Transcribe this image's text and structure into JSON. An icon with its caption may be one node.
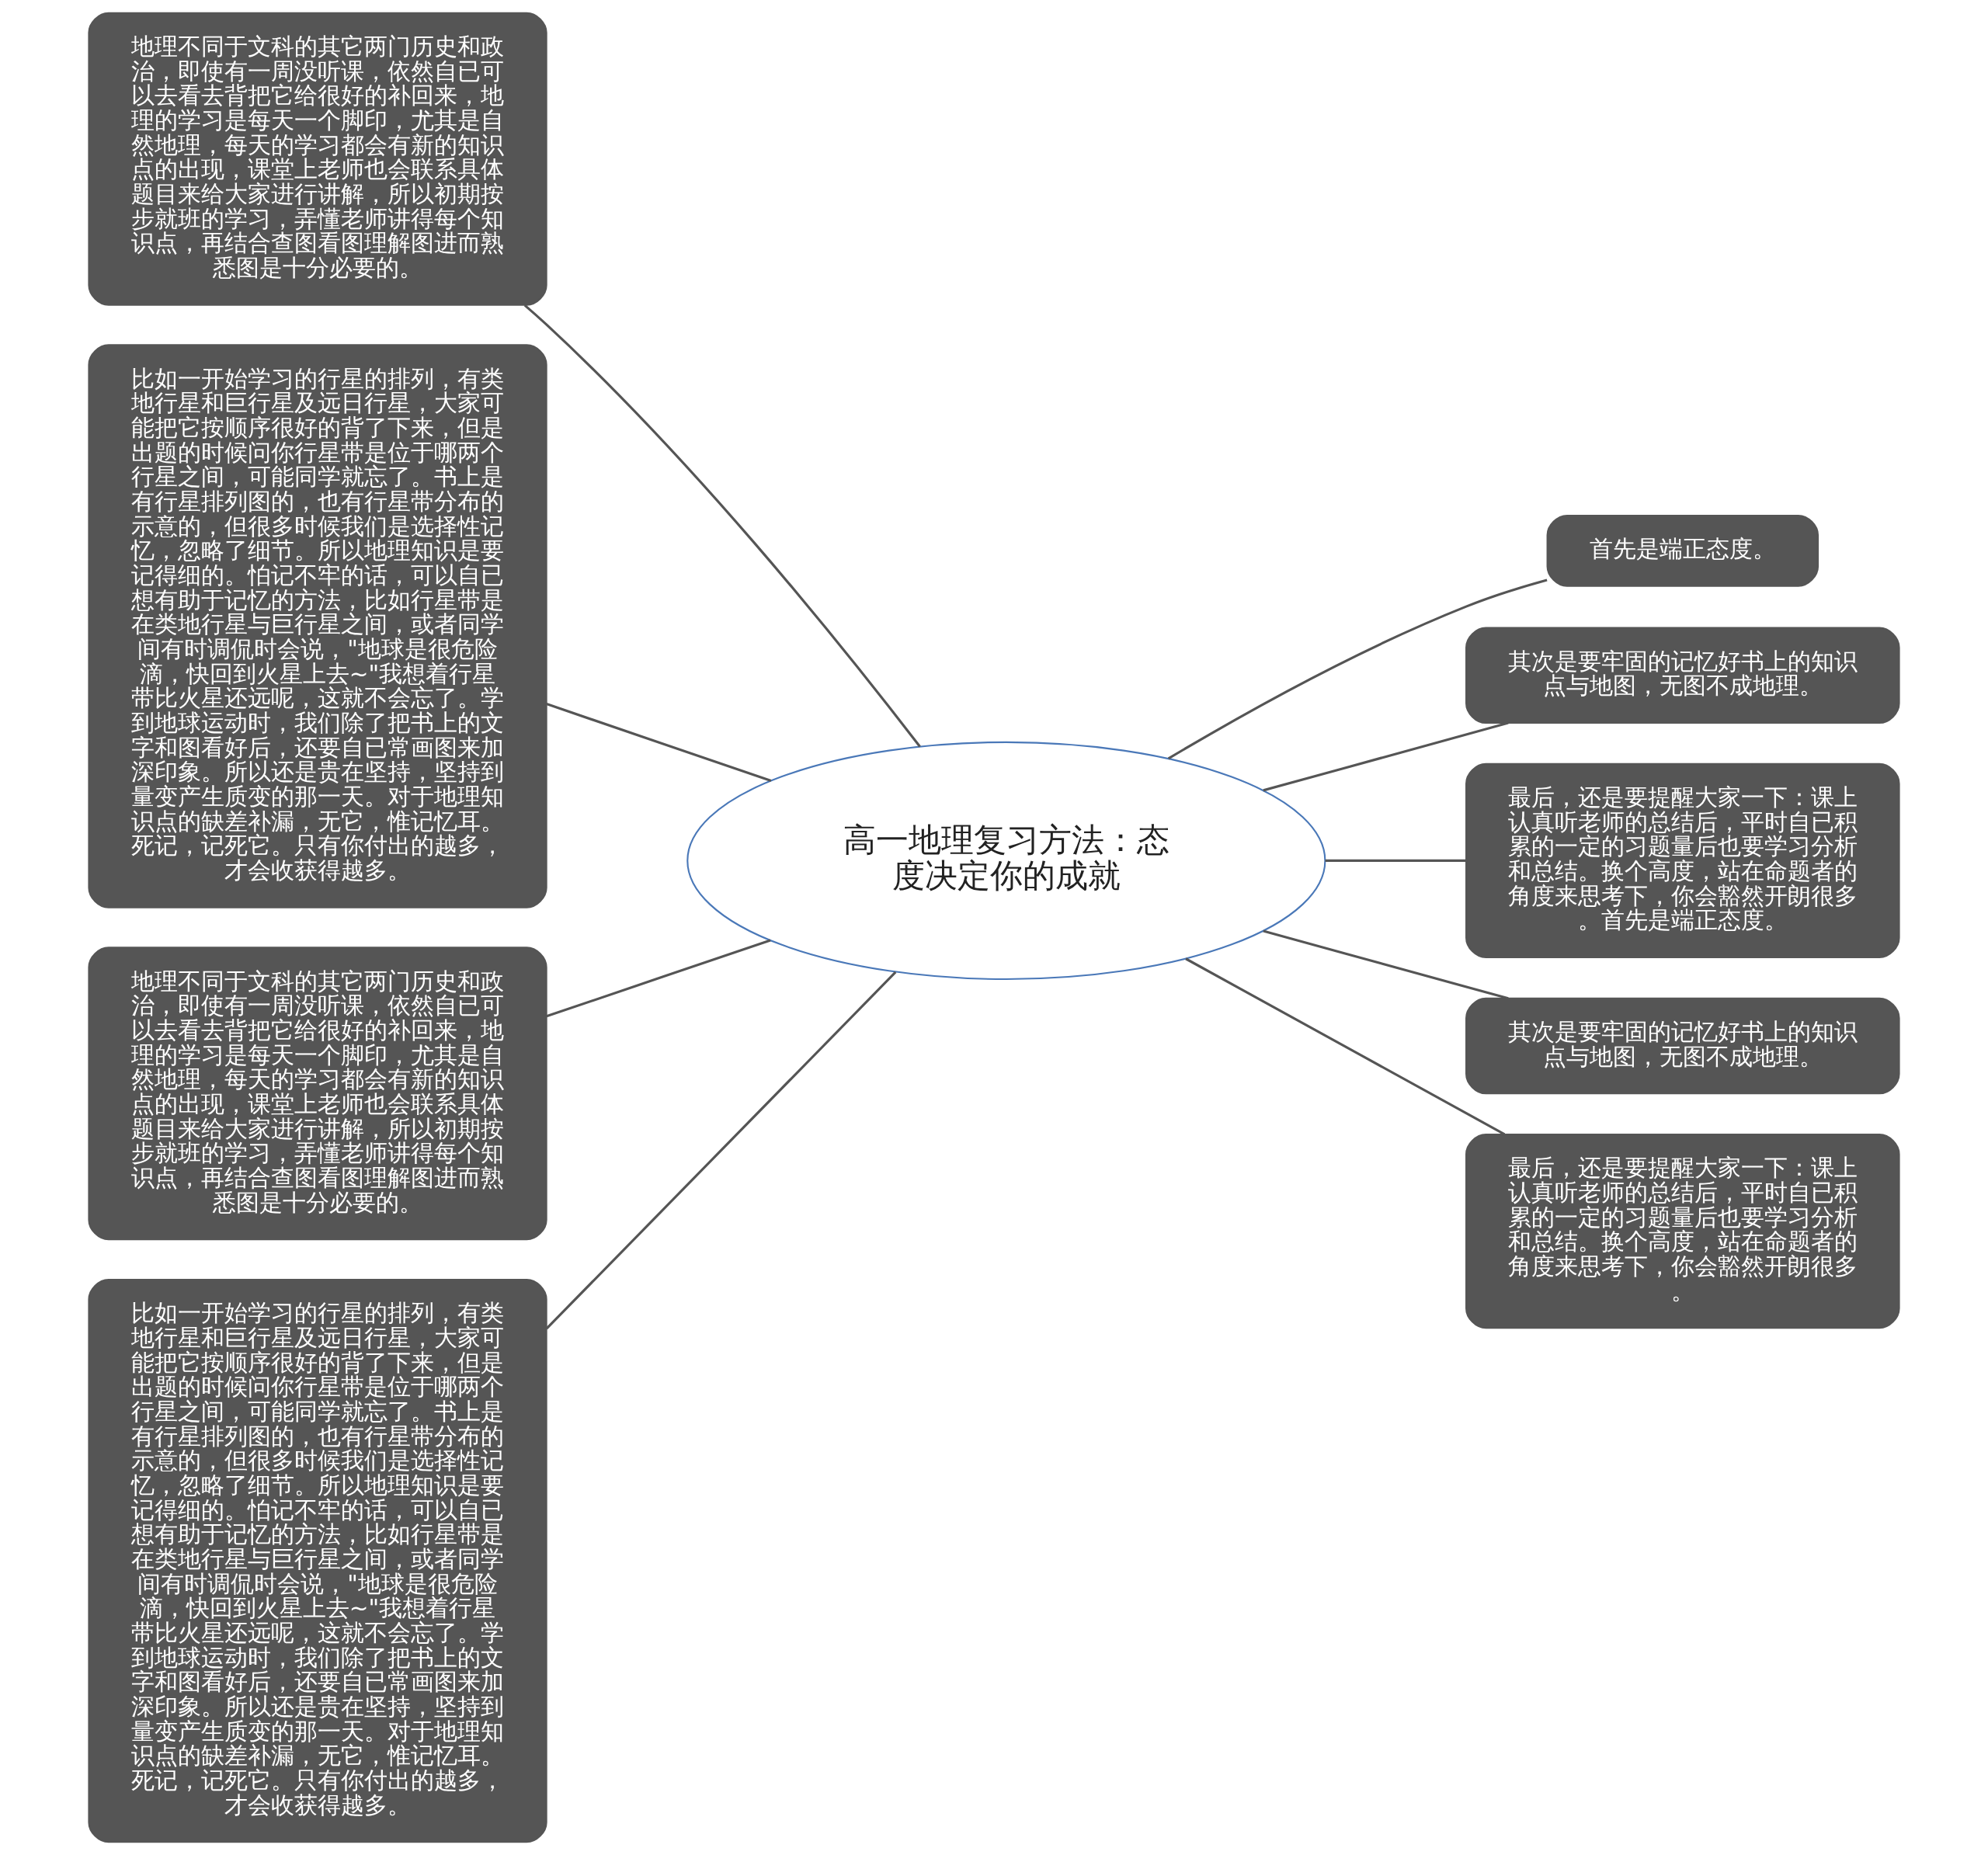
{
  "diagram": {
    "nodes": [
      {
        "text": [
          "高一地理复习方法：态度决定你的成就"
        ]
      },
      {
        "text": [
          "地理不同于文科的其它两门历史和政治，即使有一周没听课，依然自已可以去看去背把它给很好的补回来，地理的学习是每天一个脚印，尤其是自然地理，每天的学习都会有新的知识点的出现，课堂上老师也会联系具体题目来给大家进行讲解，所以初期按步就班的学习，弄懂老师讲得每个知识点，再结合查图看图理解图进而熟悉图是十分必要的。"
        ]
      },
      {
        "text": [
          "比如一开始学习的行星的排列，有类地行星和巨行星及远日行星，大家可能把它按顺序很好的背了下来，但是出题的时候问你行星带是位于哪两个行星之间，可能同学就忘了。书上是有行星排列图的，也有行星带分布的示意的，但很多时候我们是选择性记忆，忽略了细节。所以地理知识是要记得细的。怕记不牢的话，可以自已想有助于记忆的方法，比如行星带是在类地行星与巨行星之间，或者同学间有时调侃时会说，\"地球是很危险滴，快回到火星上去~\"我想着行星带比火星还远呢，这就不会忘了。学到地球运动时，我们除了把书上的文字和图看好后，还要自已常画图来加深印象。所以还是贵在坚持，坚持到量变产生质变的那一天。对于地理知识点的缺差补漏，无它，惟记忆耳。死记，记死它。只有你付出的越多，才会收获得越多。"
        ]
      },
      {
        "text": [
          "地理不同于文科的其它两门历史和政治，即使有一周没听课，依然自已可以去看去背把它给很好的补回来，地理的学习是每天一个脚印，尤其是自然地理，每天的学习都会有新的知识点的出现，课堂上老师也会联系具体题目来给大家进行讲解，所以初期按步就班的学习，弄懂老师讲得每个知识点，再结合查图看图理解图进而熟悉图是十分必要的。"
        ]
      },
      {
        "text": [
          "比如一开始学习的行星的排列，有类地行星和巨行星及远日行星，大家可能把它按顺序很好的背了下来，但是出题的时候问你行星带是位于哪两个行星之间，可能同学就忘了。书上是有行星排列图的，也有行星带分布的示意的，但很多时候我们是选择性记忆，忽略了细节。所以地理知识是要记得细的。怕记不牢的话，可以自已想有助于记忆的方法，比如行星带是在类地行星与巨行星之间，或者同学间有时调侃时会说，\"地球是很危险滴，快回到火星上去~\"我想着行星带比火星还远呢，这就不会忘了。学到地球运动时，我们除了把书上的文字和图看好后，还要自已常画图来加深印象。所以还是贵在坚持，坚持到量变产生质变的那一天。对于地理知识点的缺差补漏，无它，惟记忆耳。死记，记死它。只有你付出的越多，才会收获得越多。"
        ]
      },
      {
        "text": [
          "首先是端正态度。"
        ]
      },
      {
        "text": [
          "其次是要牢固的记忆好书上的知识点与地图，无图不成地理。"
        ]
      },
      {
        "text": [
          "最后，还是要提醒大家一下：课上认真听老师的总结后，平时自已积累的一定的习题量后也要学习分析和总结。换个高度，站在命题者的角度来思考下，你会豁然开朗很多。首先是端正态度。"
        ]
      },
      {
        "text": [
          "其次是要牢固的记忆好书上的知识点与地图，无图不成地理。"
        ]
      },
      {
        "text": [
          "最后，还是要提醒大家一下：课上认真听老师的总结后，平时自已积累的一定的习题量后也要学习分析和总结。换个高度，站在命题者的角度来思考下，你会豁然开朗很多。"
        ]
      }
    ],
    "edges": [
      {
        "from": 0,
        "to": 1,
        "arrow": "none"
      },
      {
        "from": 0,
        "to": 2,
        "arrow": "none"
      },
      {
        "from": 0,
        "to": 3,
        "arrow": "none"
      },
      {
        "from": 0,
        "to": 4,
        "arrow": "none"
      },
      {
        "from": 0,
        "to": 5,
        "arrow": "none"
      },
      {
        "from": 0,
        "to": 6,
        "arrow": "none"
      },
      {
        "from": 0,
        "to": 7,
        "arrow": "none"
      },
      {
        "from": 0,
        "to": 8,
        "arrow": "none"
      },
      {
        "from": 0,
        "to": 9,
        "arrow": "none"
      }
    ]
  }
}
